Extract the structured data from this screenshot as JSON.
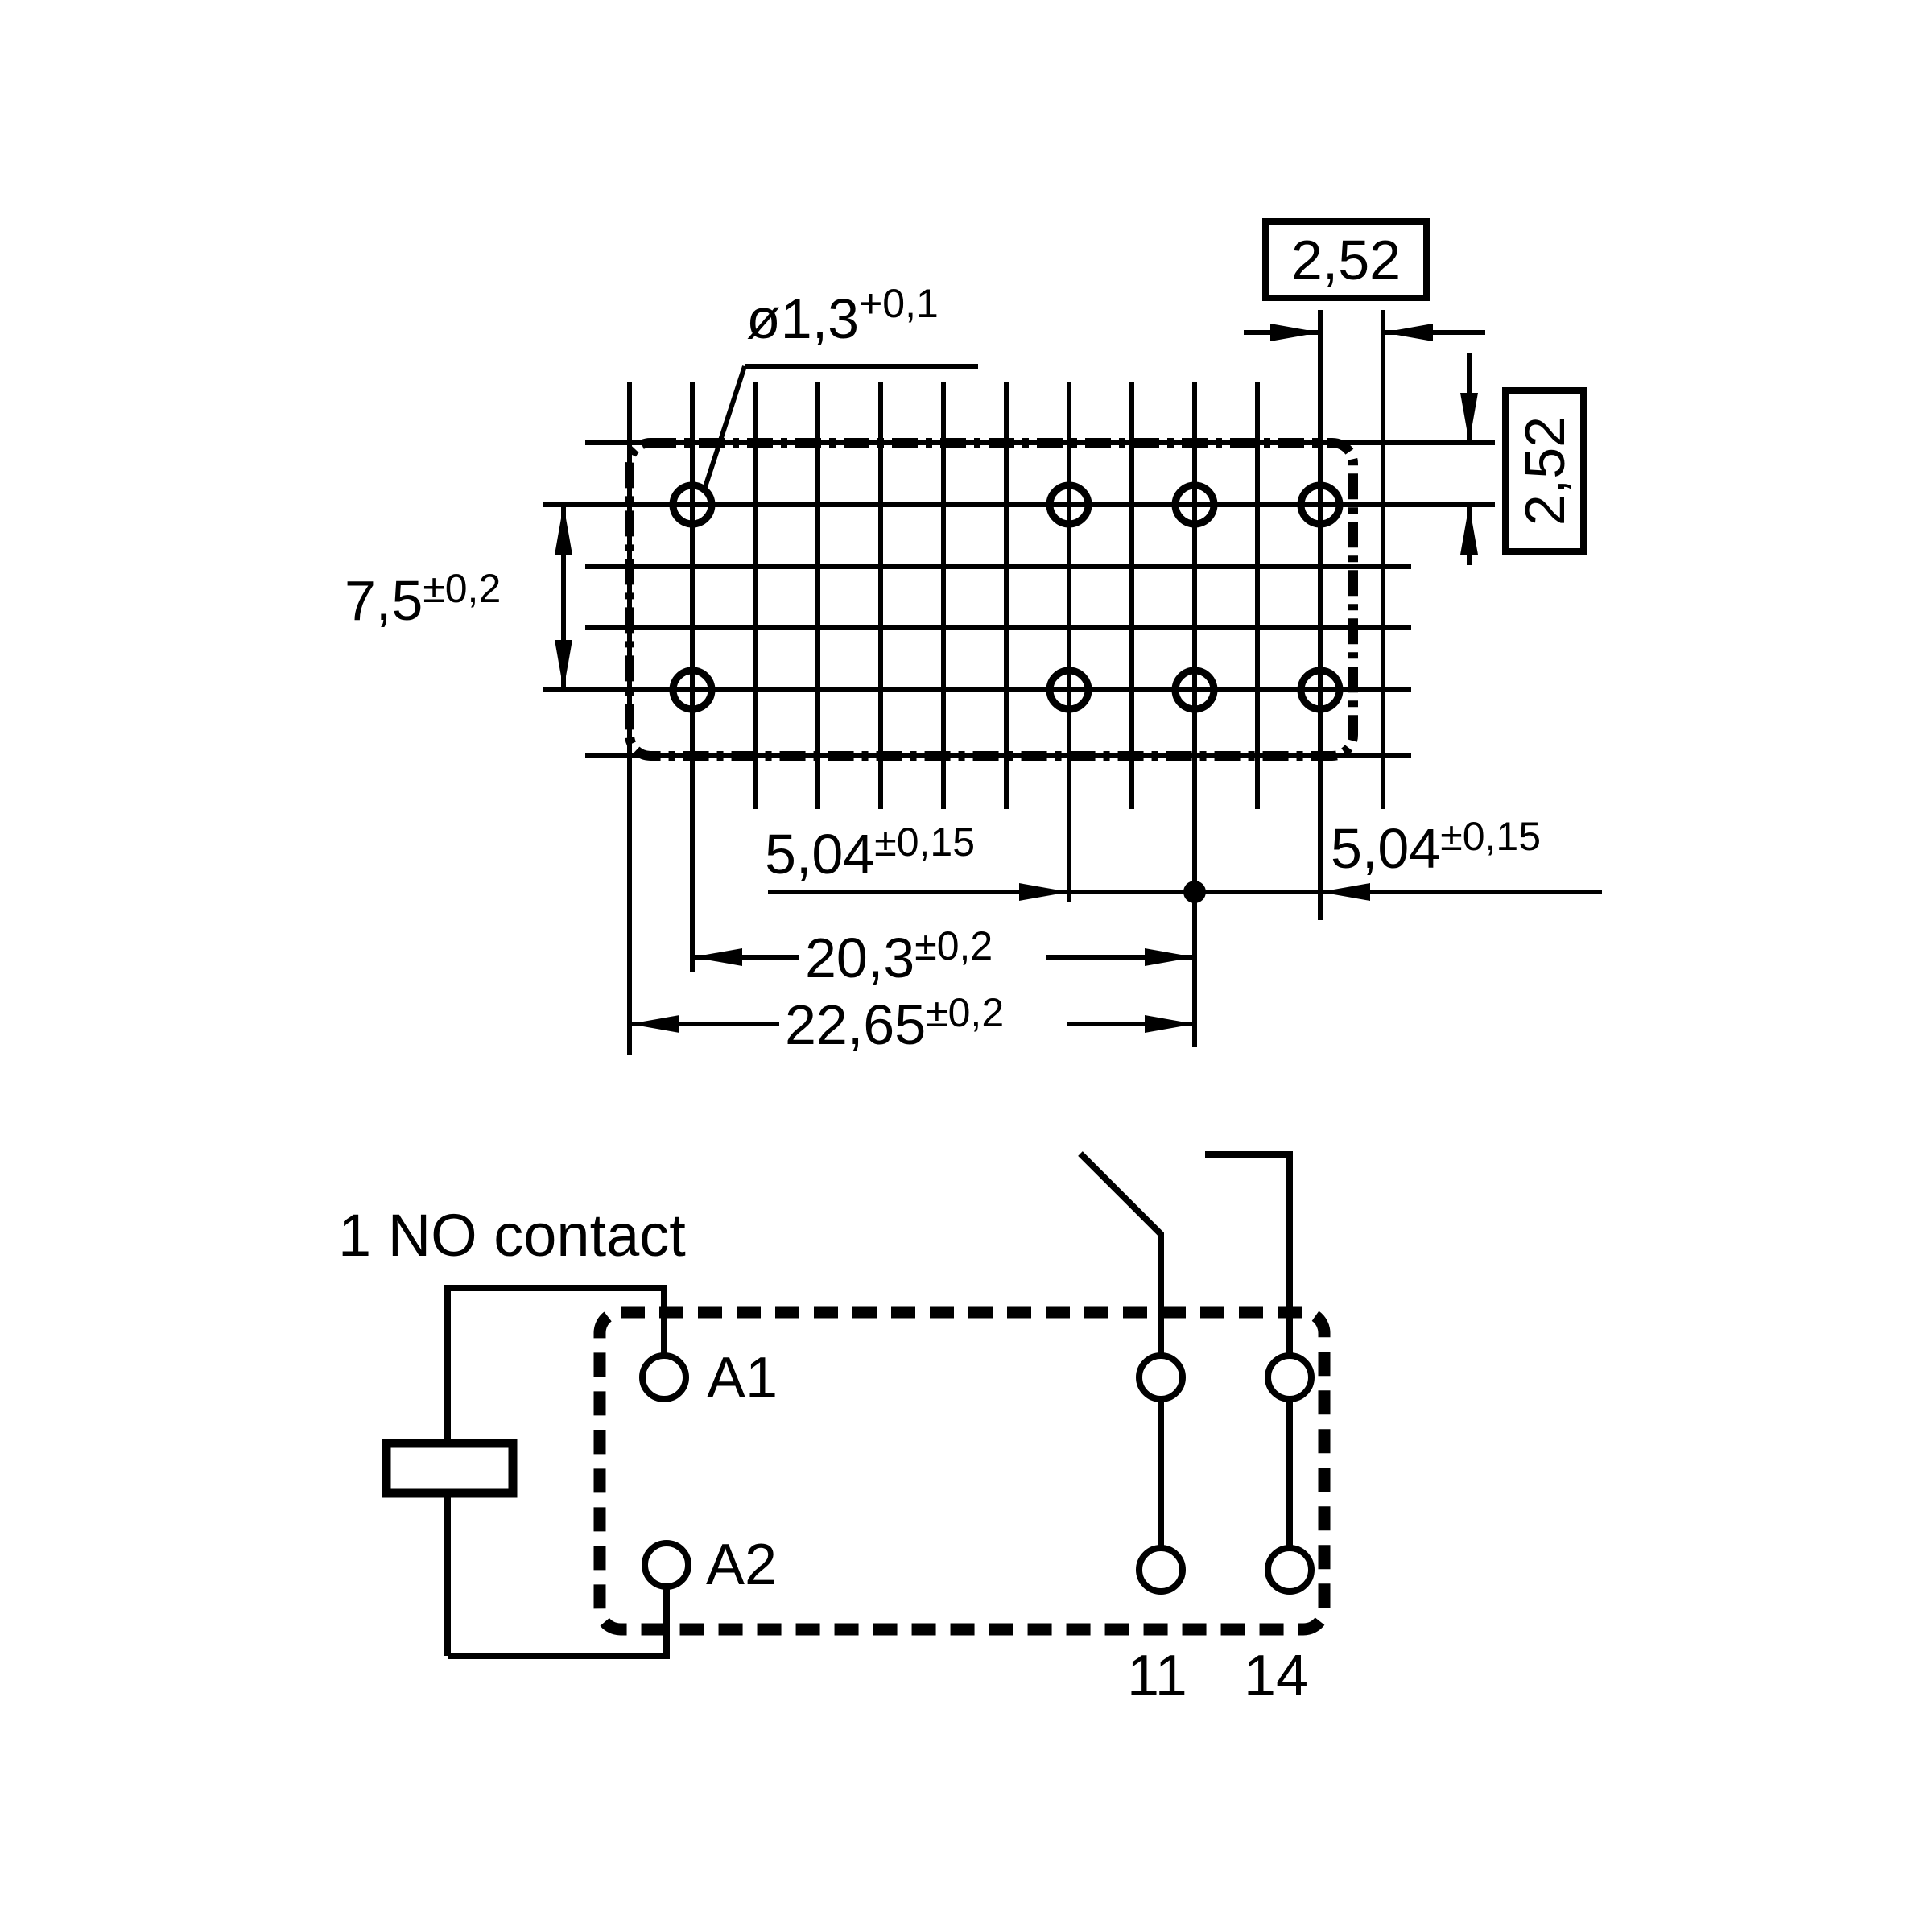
{
  "page": {
    "background": "#ffffff",
    "ink": "#000000"
  },
  "footprint_drawing": {
    "hole_diameter": {
      "value": "ø1,3",
      "tolerance": "+0,1"
    },
    "grid_pitch_top_boxed": "2,52",
    "grid_pitch_right_boxed": "2,52",
    "row_spacing": {
      "value": "7,5",
      "tolerance": "±0,2"
    },
    "pitch_inner": {
      "value": "5,04",
      "tolerance": "±0,15"
    },
    "pitch_outer": {
      "value": "5,04",
      "tolerance": "±0,15"
    },
    "span_first_to_third": {
      "value": "20,3",
      "tolerance": "±0,2"
    },
    "span_edge_to_third": {
      "value": "22,65",
      "tolerance": "±0,2"
    }
  },
  "schematic": {
    "title": "1 NO contact",
    "coil_terminal_top": "A1",
    "coil_terminal_bottom": "A2",
    "contact_terminal_left": "11",
    "contact_terminal_right": "14"
  }
}
